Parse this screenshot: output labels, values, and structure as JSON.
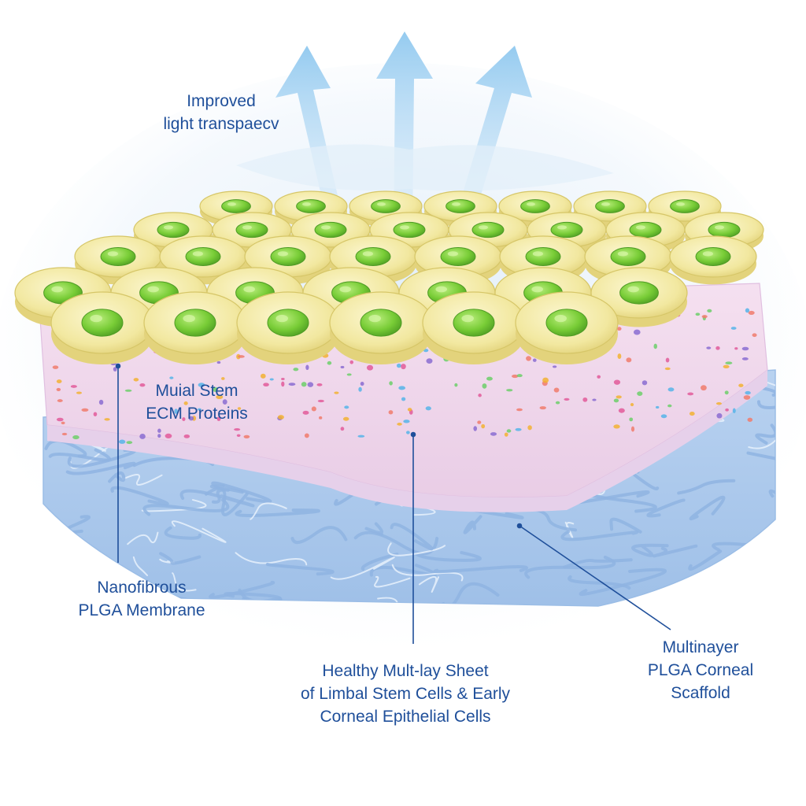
{
  "labels": {
    "light": {
      "line1": "Improved",
      "line2": "light transpaecv"
    },
    "ecm": {
      "line1": "Muial Stem",
      "line2": "ECM Proteins"
    },
    "membrane": {
      "line1": "Nanofibrous",
      "line2": "PLGA Membrane"
    },
    "sheet": {
      "line1": "Healthy Mult-lay Sheet",
      "line2": "of Limbal Stem Cells & Early",
      "line3": "Corneal Epithelial Cells"
    },
    "scaffold": {
      "line1": "Multinayer",
      "line2": "PLGA Corneal",
      "line3": "Scaffold"
    }
  },
  "colors": {
    "label_text": "#1f4f9a",
    "leader_line": "#1f4f9a",
    "arrow_fill": "#a9d4f2",
    "cell_body": "#f4eca6",
    "cell_edge": "#d9c96a",
    "nucleus": "#7ccf3a",
    "ecm_layer": "#f2d6ec",
    "fiber_layer": "#bcd6f2",
    "fiber_strand": "#8fb4e2"
  }
}
